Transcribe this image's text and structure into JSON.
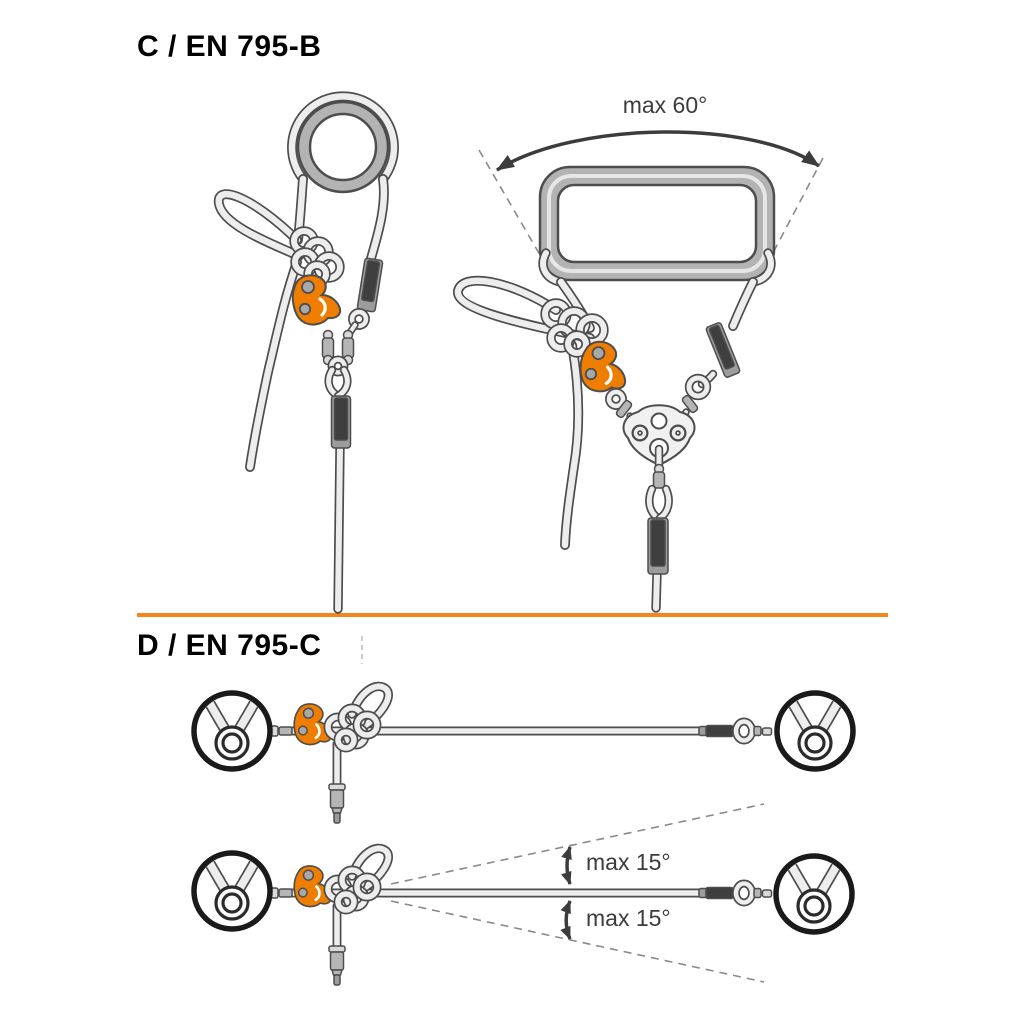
{
  "sections": [
    {
      "heading": "C / EN 795-B",
      "diagrams": [
        {
          "name": "rope-girth-hitched-around-ring-anchor"
        },
        {
          "name": "rope-around-sling-anchor-with-rigging-plate",
          "annotation": "max 60°"
        }
      ]
    },
    {
      "heading": "D / EN 795-C",
      "diagrams": [
        {
          "name": "horizontal-lifeline-between-two-ring-anchors"
        },
        {
          "name": "horizontal-lifeline-max-deviation",
          "annotation_above": "max 15°",
          "annotation_below": "max 15°"
        }
      ]
    }
  ],
  "colors": {
    "device_orange": "#ef7d00",
    "divider_orange": "#f5861f",
    "outline_gray": "#4d4d4d",
    "rope_light": "#ededed",
    "webbing_gray": "#b3b3b3",
    "annotation_dark": "#3c3c3b",
    "heading_black": "#000000"
  }
}
